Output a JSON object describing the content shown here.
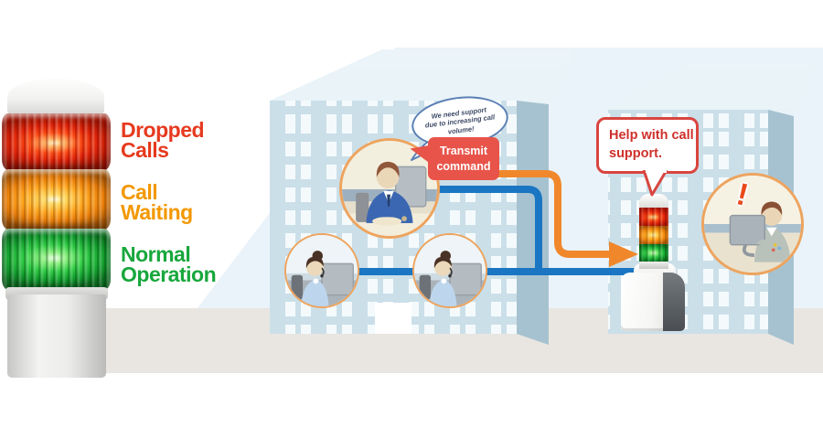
{
  "left_panel": {
    "status_labels": [
      {
        "line1": "Dropped",
        "line2": "Calls",
        "color": "#e63a1f",
        "tower_segment": "red"
      },
      {
        "line1": "Call",
        "line2": "Waiting",
        "color": "#f39800",
        "tower_segment": "amber"
      },
      {
        "line1": "Normal",
        "line2": "Operation",
        "color": "#18a73c",
        "tower_segment": "green"
      }
    ]
  },
  "scene": {
    "thought_bubble": {
      "line1": "We need support",
      "line2": "due to increasing call",
      "line3": "volume!"
    },
    "command_bubble": {
      "line1": "Transmit",
      "line2": "command",
      "bg_color": "#e8544a"
    },
    "help_bubble": {
      "line1": "Help with call",
      "line2": "support.",
      "text_color": "#cf2f2a"
    },
    "exclamation_mark": "!",
    "colors": {
      "data_line": "#1a76c2",
      "command_line": "#f0882b",
      "circle_border": "#eda45f",
      "building_wall": "#cbdfe9",
      "tower_red": "#e02408",
      "tower_amber": "#ffa61d",
      "tower_green": "#2ecb44"
    }
  }
}
